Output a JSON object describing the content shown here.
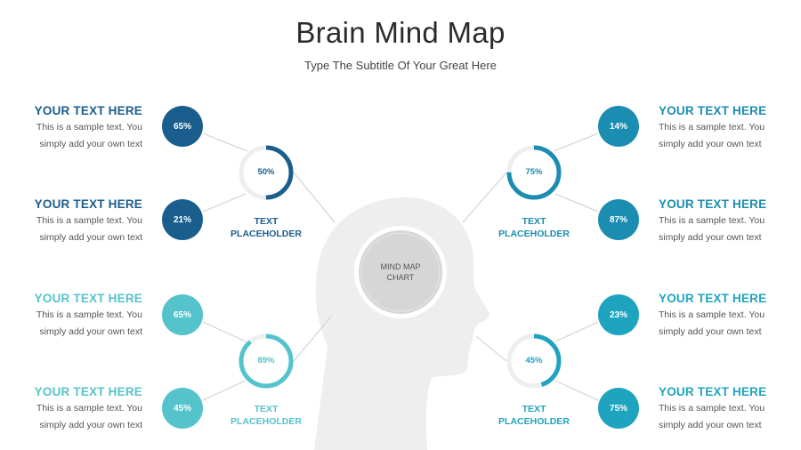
{
  "title": "Brain Mind Map",
  "subtitle": "Type The Subtitle Of Your Great Here",
  "center": {
    "line1": "MIND MAP",
    "line2": "CHART"
  },
  "colors": {
    "dark_blue": "#1a5e8e",
    "mid_blue": "#1a8db0",
    "teal": "#55c3cb",
    "light_blue": "#1fa4c0",
    "ring_track": "#eeeeee",
    "head": "#eeeeee"
  },
  "text_sample": {
    "line1": "This is a sample text. You",
    "line2": "simply add your own text"
  },
  "groups": [
    {
      "id": "top-left",
      "ring": {
        "percent": "50%",
        "value": 50,
        "label1": "TEXT",
        "label2": "PLACEHOLDER"
      },
      "items": [
        {
          "heading": "YOUR TEXT HERE",
          "percent": "65%",
          "line1": "This is a sample text. You",
          "line2": "simply add your own text"
        },
        {
          "heading": "YOUR TEXT HERE",
          "percent": "21%",
          "line1": "This is a sample text. You",
          "line2": "simply add your own text"
        }
      ]
    },
    {
      "id": "bottom-left",
      "ring": {
        "percent": "89%",
        "value": 89,
        "label1": "TEXT",
        "label2": "PLACEHOLDER"
      },
      "items": [
        {
          "heading": "YOUR TEXT HERE",
          "percent": "65%",
          "line1": "This is a sample text. You",
          "line2": "simply add your own text"
        },
        {
          "heading": "YOUR TEXT HERE",
          "percent": "45%",
          "line1": "This is a sample text. You",
          "line2": "simply add your own text"
        }
      ]
    },
    {
      "id": "top-right",
      "ring": {
        "percent": "75%",
        "value": 75,
        "label1": "TEXT",
        "label2": "PLACEHOLDER"
      },
      "items": [
        {
          "heading": "YOUR TEXT HERE",
          "percent": "14%",
          "line1": "This is a sample text. You",
          "line2": "simply add your own text"
        },
        {
          "heading": "YOUR TEXT HERE",
          "percent": "87%",
          "line1": "This is a sample text. You",
          "line2": "simply add your own text"
        }
      ]
    },
    {
      "id": "bottom-right",
      "ring": {
        "percent": "45%",
        "value": 45,
        "label1": "TEXT",
        "label2": "PLACEHOLDER"
      },
      "items": [
        {
          "heading": "YOUR TEXT HERE",
          "percent": "23%",
          "line1": "This is a sample text. You",
          "line2": "simply add your own text"
        },
        {
          "heading": "YOUR TEXT HERE",
          "percent": "75%",
          "line1": "This is a sample text. You",
          "line2": "simply add your own text"
        }
      ]
    }
  ]
}
